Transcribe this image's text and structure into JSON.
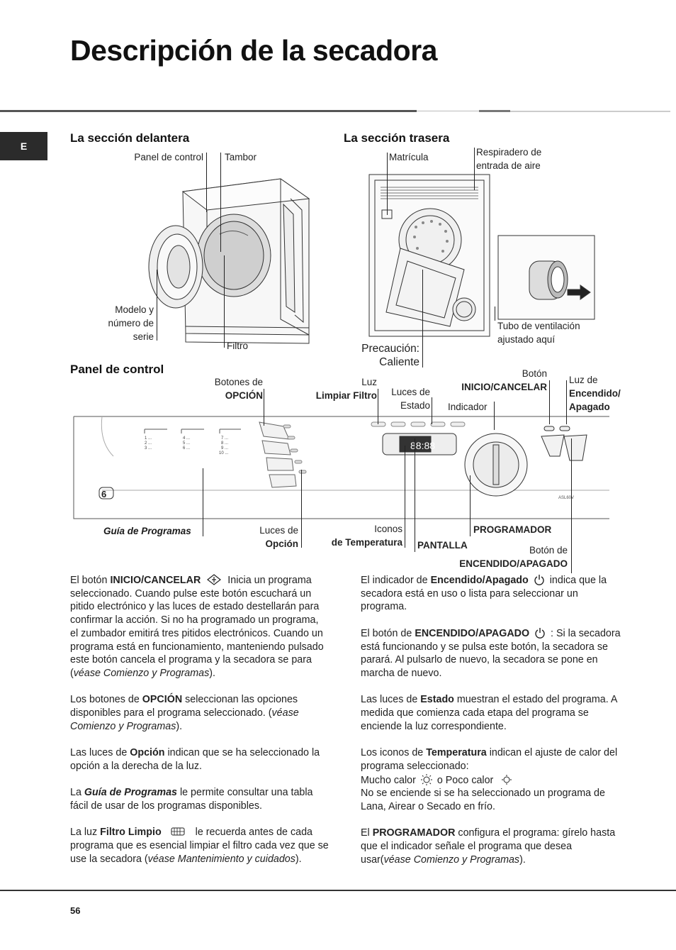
{
  "title": "Descripción de la secadora",
  "lang_tab": "E",
  "page_number": "56",
  "front": {
    "heading": "La sección delantera",
    "panel_de_control": "Panel de control",
    "tambor": "Tambor",
    "modelo": [
      "Modelo y",
      "número de",
      "serie"
    ],
    "filtro": "Filtro"
  },
  "rear": {
    "heading": "La sección trasera",
    "matricula": "Matrícula",
    "respiradero": [
      "Respiradero de",
      "entrada de aire"
    ],
    "tubo": [
      "Tubo de ventilación",
      "ajustado aquí"
    ],
    "precaucion": [
      "Precaución:",
      "Caliente"
    ]
  },
  "panel": {
    "heading": "Panel de control",
    "botones_opcion": [
      "Botones de",
      "OPCIÓN"
    ],
    "luz_limpiar": [
      "Luz",
      "Limpiar Filtro"
    ],
    "luces_estado": [
      "Luces de",
      "Estado"
    ],
    "boton_inicio": [
      "Botón",
      "INICIO/CANCELAR"
    ],
    "indicador": "Indicador",
    "luz_encendido": [
      "Luz de",
      "Encendido/",
      "Apagado"
    ],
    "guia": "Guía de Programas",
    "luces_opcion": [
      "Luces de",
      "Opción"
    ],
    "iconos_temp": [
      "Iconos",
      "de Temperatura"
    ],
    "pantalla": "PANTALLA",
    "programador": "PROGRAMADOR",
    "boton_encendido": [
      "Botón de",
      "ENCENDIDO/APAGADO"
    ],
    "display_digits": "88:88",
    "capacity": "6",
    "model_code": "ASL60V"
  },
  "text_left": {
    "p1_a": "El botón ",
    "p1_b": "INICIO/CANCELAR",
    "p1_c": " Inicia un programa seleccionado. Cuando pulse este botón escuchará un pitido electrónico y las luces de estado destellarán para confirmar la acción. Si no ha programado un programa, el zumbador emitirá tres pitidos electrónicos. Cuando un programa está en funcionamiento, manteniendo pulsado este botón cancela el programa y la secadora se para (",
    "p1_d": "véase Comienzo y Programas",
    "p1_e": ").",
    "p2_a": "Los botones de ",
    "p2_b": "OPCIÓN",
    "p2_c": " seleccionan las opciones disponibles para el programa seleccionado. (",
    "p2_d": "véase Comienzo y Programas",
    "p2_e": ").",
    "p3_a": "Las luces de ",
    "p3_b": "Opción",
    "p3_c": " indican que se ha seleccionado la opción a la derecha de la luz.",
    "p4_a": "La ",
    "p4_b": "Guía de Programas",
    "p4_c": " le permite consultar una tabla fácil de usar de los programas disponibles.",
    "p5_a": "La luz ",
    "p5_b": "Filtro Limpio",
    "p5_c": " le recuerda antes de cada programa que es esencial limpiar el filtro cada vez que se use la secadora (",
    "p5_d": "véase Mantenimiento y cuidados",
    "p5_e": ")."
  },
  "text_right": {
    "p1_a": "El indicador de ",
    "p1_b": "Encendido/Apagado",
    "p1_c": " indica que la secadora está en uso o lista para seleccionar un programa.",
    "p2_a": "El botón de ",
    "p2_b": "ENCENDIDO/APAGADO",
    "p2_c": " : Si la secadora está funcionando y se pulsa este botón, la secadora se parará. Al pulsarlo de nuevo, la secadora se pone en marcha de nuevo.",
    "p3_a": "Las luces de ",
    "p3_b": "Estado",
    "p3_c": " muestran el estado del programa. A medida que comienza cada etapa del programa se enciende la luz correspondiente.",
    "p4_a": "Los iconos de ",
    "p4_b": "Temperatura",
    "p4_c": " indican el ajuste de calor del programa seleccionado:",
    "p4_d": "Mucho calor",
    "p4_e": " o Poco calor",
    "p4_f": "No se enciende si se ha seleccionado un programa de Lana, Airear o Secado en frío.",
    "p5_a": "El ",
    "p5_b": "PROGRAMADOR",
    "p5_c": " configura el programa: gírelo hasta que el indicador señale el programa que desea usar(",
    "p5_d": "véase Comienzo y Programas",
    "p5_e": ")."
  }
}
